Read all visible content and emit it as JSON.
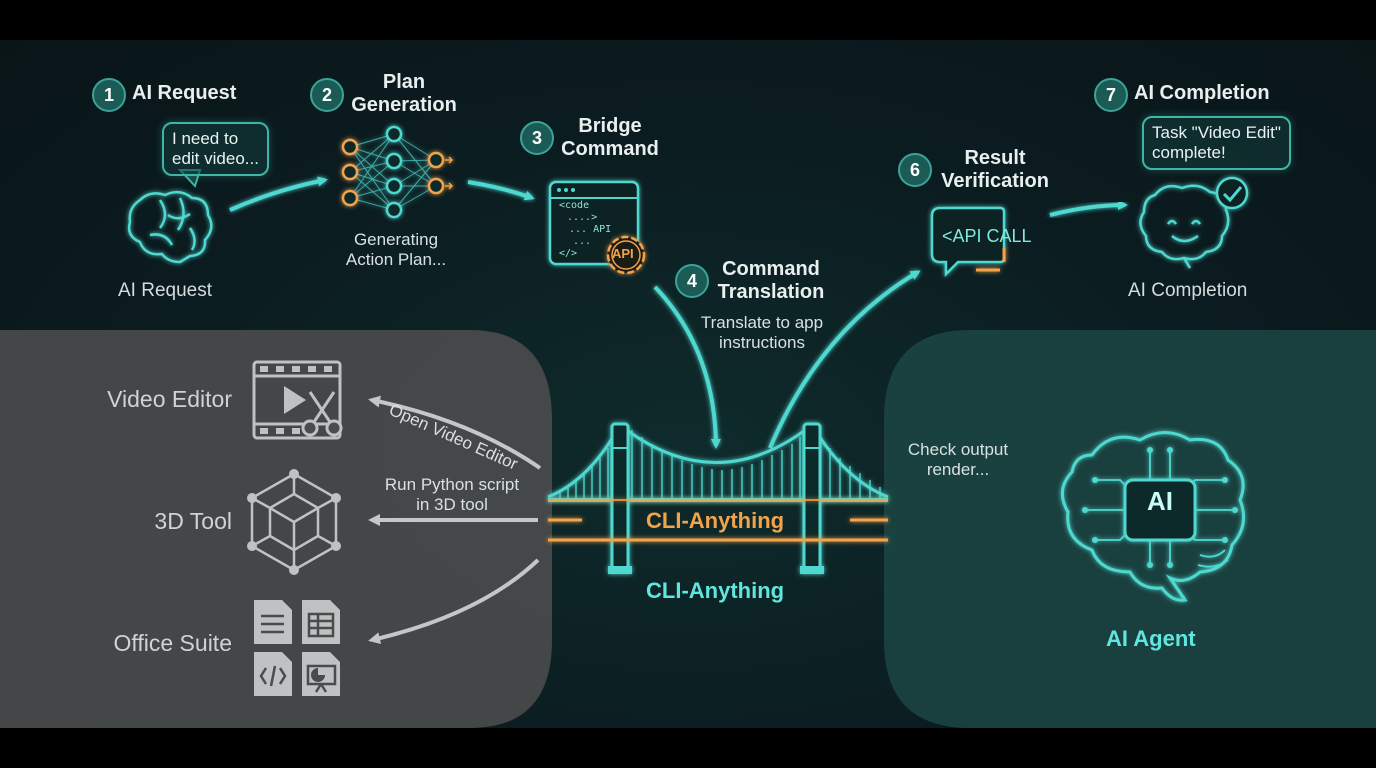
{
  "steps": [
    {
      "num": "1",
      "title": "AI Request"
    },
    {
      "num": "2",
      "title_line1": "Plan",
      "title_line2": "Generation"
    },
    {
      "num": "3",
      "title_line1": "Bridge",
      "title_line2": "Command"
    },
    {
      "num": "4",
      "title_line1": "Command",
      "title_line2": "Translation"
    },
    {
      "num": "6",
      "title_line1": "Result",
      "title_line2": "Verification"
    },
    {
      "num": "7",
      "title": "AI Completion"
    }
  ],
  "request": {
    "bubble_line1": "I need to",
    "bubble_line2": "edit video...",
    "caption": "AI Request"
  },
  "plan": {
    "caption_line1": "Generating",
    "caption_line2": "Action Plan..."
  },
  "code_window": {
    "line1": "<code",
    "line2": "....>",
    "line3": "... API",
    "line4": "...",
    "line5": "</>",
    "badge": "API"
  },
  "translation": {
    "line1": "Translate to app",
    "line2": "instructions"
  },
  "verification": {
    "api_label": "<API CALL"
  },
  "completion": {
    "bubble_line1": "Task \"Video Edit\"",
    "bubble_line2": "complete!",
    "caption": "AI Completion"
  },
  "apps": [
    {
      "label": "Video Editor"
    },
    {
      "label": "3D Tool"
    },
    {
      "label": "Office Suite"
    }
  ],
  "arrow_labels": {
    "open_video": "Open Video Editor",
    "python_line1": "Run Python script",
    "python_line2": "in 3D tool",
    "check_line1": "Check output",
    "check_line2": "render..."
  },
  "bridge": {
    "main_label": "CLI-Anything",
    "sub_label": "CLI-Anything"
  },
  "agent": {
    "chip": "AI",
    "label": "AI Agent"
  },
  "colors": {
    "teal": "#4fd8cf",
    "orange": "#f3a34a",
    "gray": "#c9cccc"
  }
}
